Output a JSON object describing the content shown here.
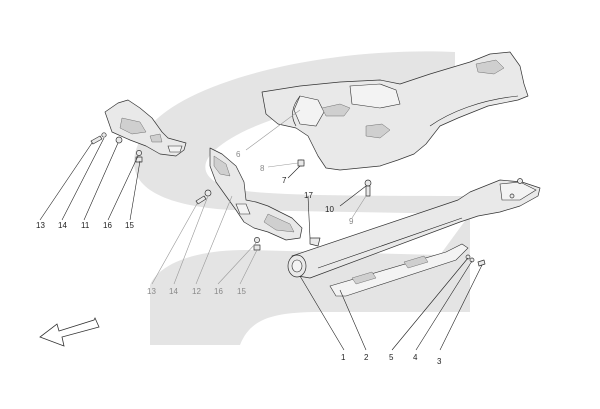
{
  "colors": {
    "watermark": "#e4e4e4",
    "line": "#333333",
    "callout_dark": "#222222",
    "callout_grey": "#888888",
    "part_fill": "#e9e9e9"
  },
  "icons": {
    "direction_arrow": "arrow-down-left-icon"
  },
  "callouts": {
    "c1": "1",
    "c2": "2",
    "c3": "3",
    "c4": "4",
    "c5": "5",
    "c6": "6",
    "c7": "7",
    "c8": "8",
    "c9": "9",
    "c10": "10",
    "c17": "17",
    "left_group": {
      "n13": "13",
      "n14": "14",
      "n11": "11",
      "n16": "16",
      "n15": "15"
    },
    "mid_group": {
      "n13": "13",
      "n14": "14",
      "n12": "12",
      "n16": "16",
      "n15": "15"
    }
  }
}
